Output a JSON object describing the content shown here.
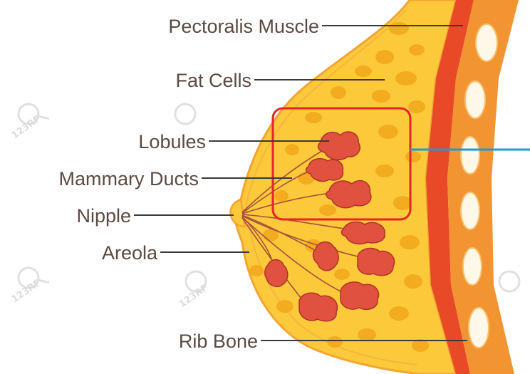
{
  "labels": {
    "pectoralis": "Pectoralis Muscle",
    "fat_cells": "Fat Cells",
    "lobules": "Lobules",
    "ducts": "Mammary Ducts",
    "nipple": "Nipple",
    "areola": "Areola",
    "rib_bone": "Rib Bone"
  },
  "watermark": "123RF",
  "colors": {
    "fat": "#fbc93a",
    "fat_cell": "#f2a81c",
    "tissue_outline": "#f3a534",
    "lobule": "#e0513f",
    "lobule_dark": "#b03225",
    "muscle": "#e84a27",
    "rib_band": "#f39432",
    "rib": "#fff7e8",
    "highlight_box": "#e8232a",
    "pointer_line": "#1e9ad6",
    "label_text": "#5b4a43"
  }
}
